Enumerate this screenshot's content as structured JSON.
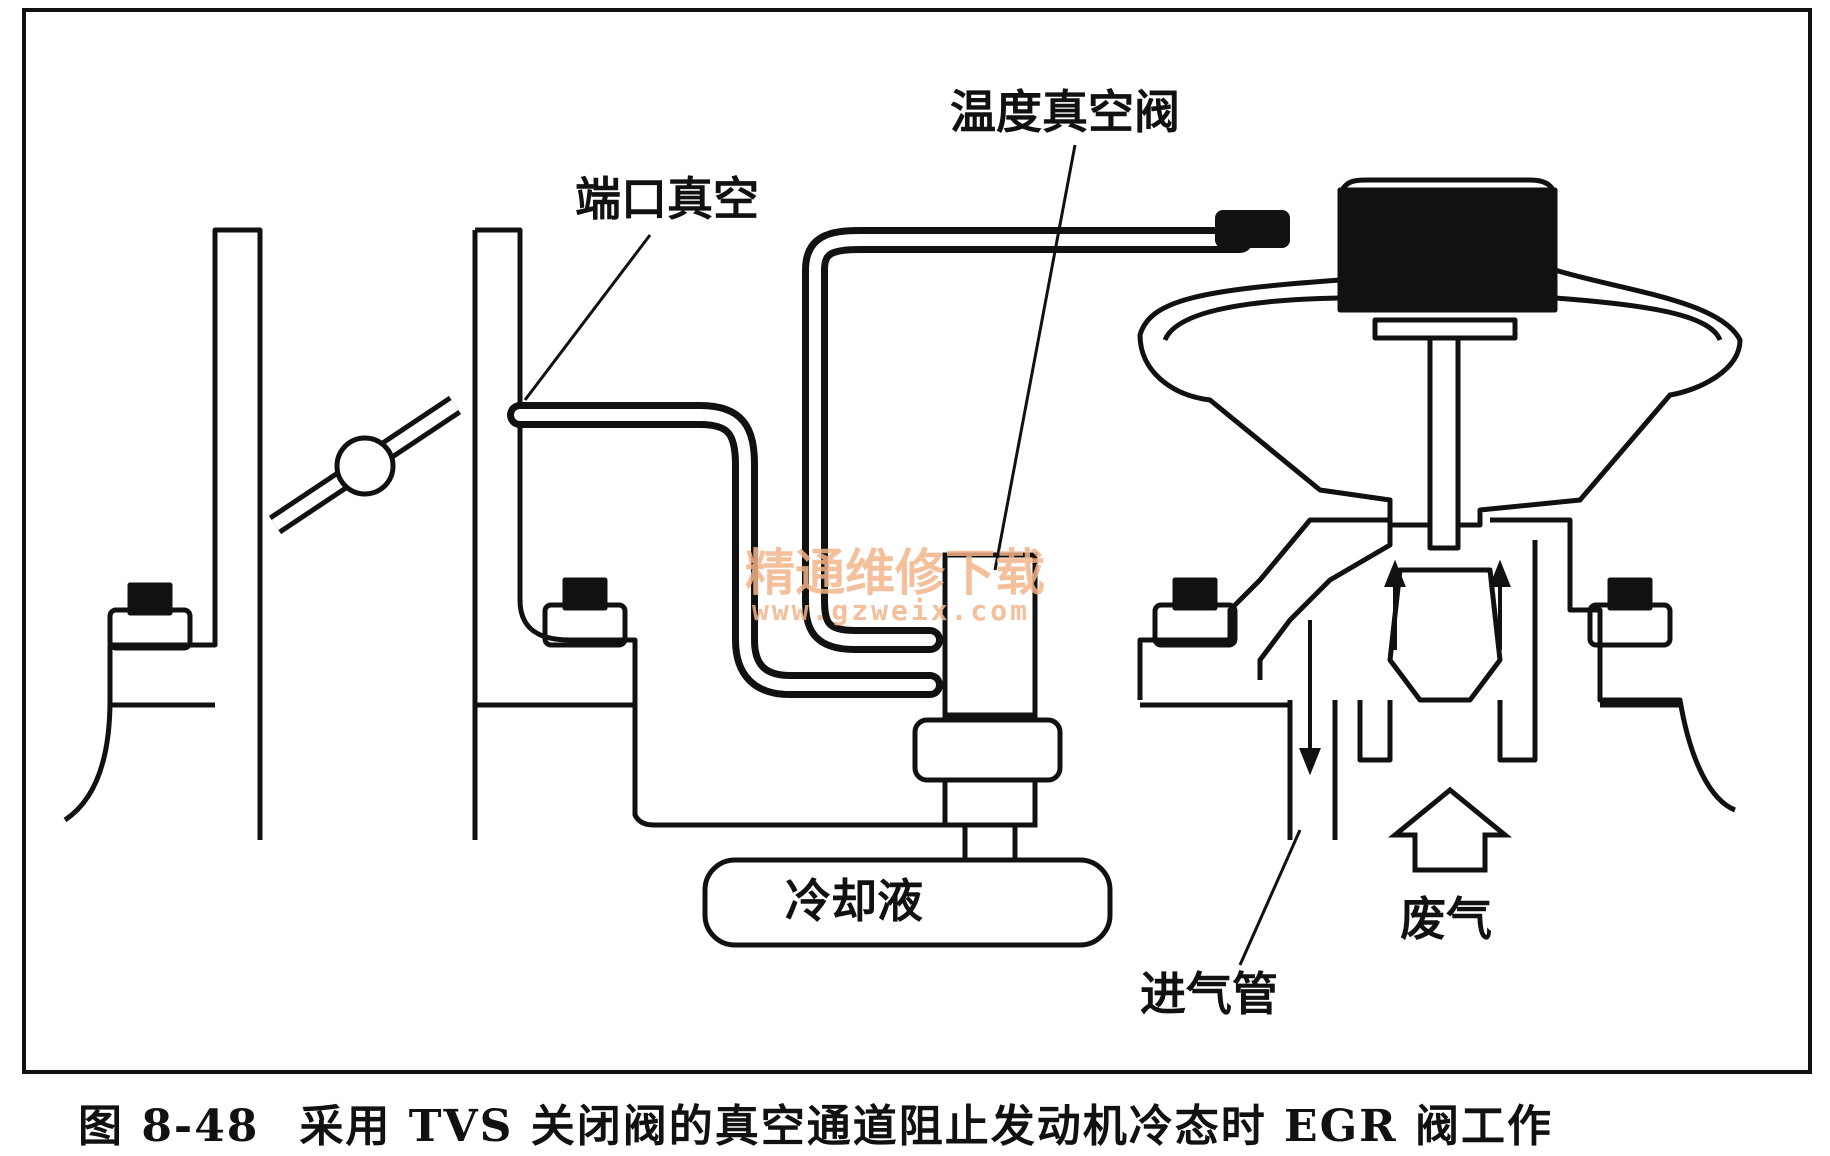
{
  "labels": {
    "port_vacuum": "端口真空",
    "tvs_valve": "温度真空阀",
    "coolant": "冷却液",
    "exhaust": "废气",
    "intake": "进气管"
  },
  "watermark": {
    "text": "精通维修下载",
    "url": "www.gzweix.com"
  },
  "caption": {
    "number": "图 8-48",
    "text": "采用 TVS 关闭阀的真空通道阻止发动机冷态时 EGR 阀工作"
  }
}
